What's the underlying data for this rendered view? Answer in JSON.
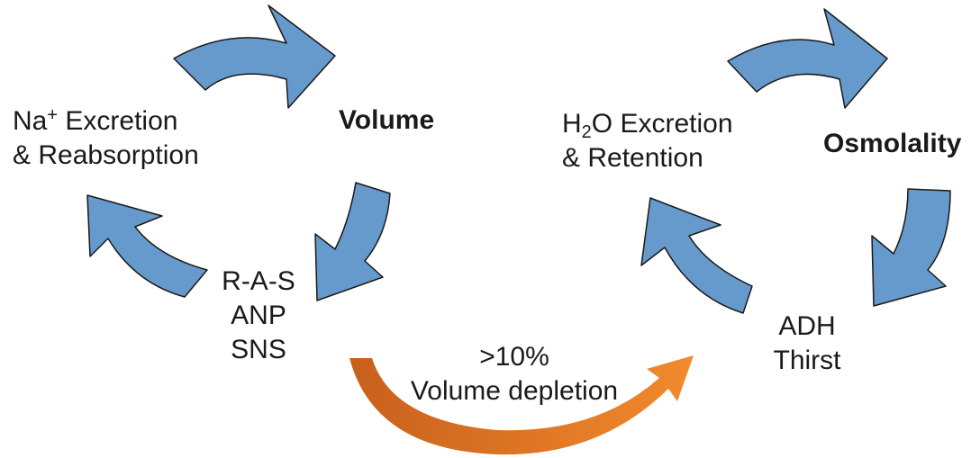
{
  "colors": {
    "arrow_blue": "#6699cc",
    "arrow_stroke": "#1a1a1a",
    "arrow_orange_light": "#f28a2e",
    "arrow_orange_dark": "#c8601c",
    "text": "#1a1a1a"
  },
  "left_cycle": {
    "na_label": {
      "prefix": "Na",
      "sup": "+",
      "line1_rest": " Excretion",
      "line2": "& Reabsorption"
    },
    "volume_label": "Volume",
    "regulators": {
      "line1": "R-A-S",
      "line2": "ANP",
      "line3": "SNS"
    }
  },
  "right_cycle": {
    "water_label": {
      "prefix": "H",
      "sub": "2",
      "line1_rest": "O Excretion",
      "line2": "& Retention"
    },
    "osmolality_label": "Osmolality",
    "regulators": {
      "line1": "ADH",
      "line2": "Thirst"
    }
  },
  "bridge": {
    "line1": ">10%",
    "line2": "Volume depletion"
  }
}
